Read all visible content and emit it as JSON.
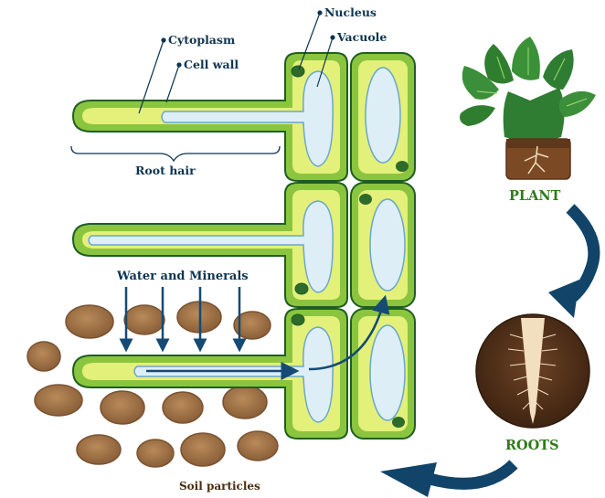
{
  "labels": {
    "nucleus": "Nucleus",
    "vacuole": "Vacuole",
    "cytoplasm": "Cytoplasm",
    "cell_wall": "Cell wall",
    "root_hair": "Root hair",
    "water_minerals": "Water and Minerals",
    "soil_particles": "Soil particles",
    "plant": "PLANT",
    "roots": "ROOTS"
  },
  "colors": {
    "cell_wall": "#8bc53f",
    "cell_outline": "#1e5e22",
    "cytoplasm": "#e3f07a",
    "vacuole": "#ddeef7",
    "vacuole_outline": "#6aa7c8",
    "nucleus": "#2e6b2a",
    "cycle_arrow": "#114468",
    "flow_arrow": "#154a74",
    "soil": "#a2764a",
    "soil_dark": "#7a5230",
    "label_text": "#0d3550",
    "cycle_text": "#2f7a1a"
  },
  "icons": {
    "plant": "plant-with-soil-block-icon",
    "roots": "root-cross-section-icon"
  }
}
